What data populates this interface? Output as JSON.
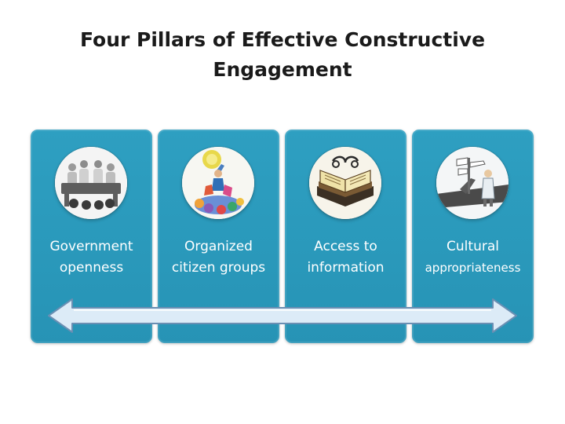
{
  "slide": {
    "title_line1": "Four Pillars of Effective Constructive",
    "title_line2": "Engagement"
  },
  "colors": {
    "pillar": "#2a99bb",
    "arrow_fill": "#dcebf7",
    "arrow_stroke": "#6a8fb3",
    "title_text": "#1a1a1a"
  },
  "pillars": [
    {
      "label_line1": "Government",
      "label_line2": "openness",
      "icon": "government-meeting-icon"
    },
    {
      "label_line1": "Organized",
      "label_line2": "citizen groups",
      "icon": "citizen-group-icon"
    },
    {
      "label_line1": "Access to",
      "label_line2": "information",
      "icon": "open-book-icon"
    },
    {
      "label_line1": "Cultural",
      "label_line2": "appropriateness",
      "icon": "signpost-person-icon"
    }
  ],
  "connector": {
    "icon": "double-headed-arrow-icon"
  }
}
